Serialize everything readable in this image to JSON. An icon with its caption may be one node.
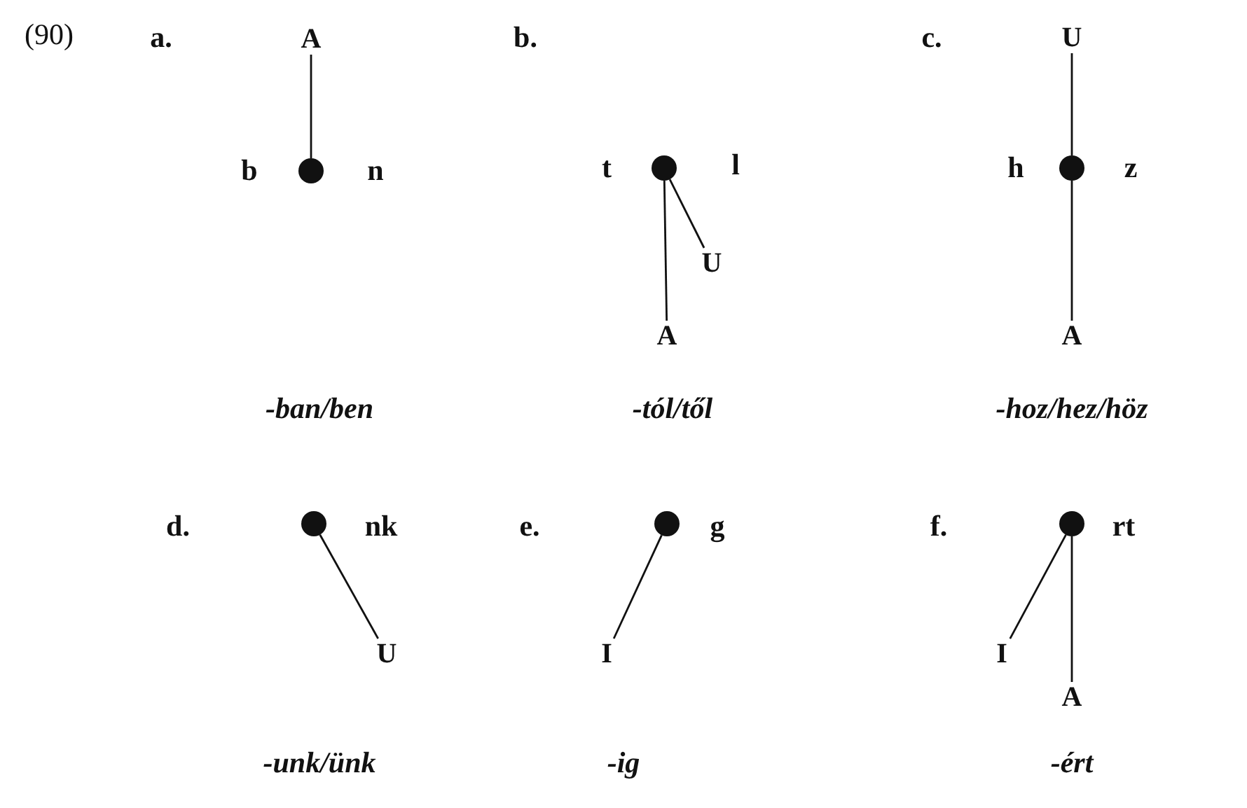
{
  "diagram": {
    "nodes": [
      {
        "text": [
          "A"
        ]
      },
      {
        "text": [],
        "shape": "circle",
        "beside": [
          "b",
          "n"
        ]
      },
      {
        "text": [],
        "shape": "circle",
        "beside": [
          "t",
          "l"
        ]
      },
      {
        "text": [
          "U"
        ]
      },
      {
        "text": [
          "A"
        ]
      },
      {
        "text": [
          "U"
        ]
      },
      {
        "text": [],
        "shape": "circle",
        "beside": [
          "h",
          "z"
        ]
      },
      {
        "text": [
          "A"
        ]
      },
      {
        "text": [],
        "shape": "circle",
        "beside": [
          "nk"
        ]
      },
      {
        "text": [
          "U"
        ]
      },
      {
        "text": [],
        "shape": "circle",
        "beside": [
          "g"
        ]
      },
      {
        "text": [
          "I"
        ]
      },
      {
        "text": [],
        "shape": "circle",
        "beside": [
          "rt"
        ]
      },
      {
        "text": [
          "I"
        ]
      },
      {
        "text": [
          "A"
        ]
      }
    ],
    "edges": [
      {
        "from": 0,
        "to": 1,
        "arrow": "none"
      },
      {
        "from": 2,
        "to": 4,
        "arrow": "none"
      },
      {
        "from": 2,
        "to": 3,
        "arrow": "none"
      },
      {
        "from": 5,
        "to": 6,
        "arrow": "none"
      },
      {
        "from": 6,
        "to": 7,
        "arrow": "none"
      },
      {
        "from": 8,
        "to": 9,
        "arrow": "none"
      },
      {
        "from": 10,
        "to": 11,
        "arrow": "none"
      },
      {
        "from": 12,
        "to": 13,
        "arrow": "none"
      },
      {
        "from": 12,
        "to": 14,
        "arrow": "none"
      }
    ],
    "labels": [
      "(90)",
      "a.",
      "b.",
      "c.",
      "-ban/ben",
      "-tól/től",
      "-hoz/hez/höz",
      "d.",
      "e.",
      "f.",
      "-unk/ünk",
      "-ig",
      "-ért"
    ]
  }
}
